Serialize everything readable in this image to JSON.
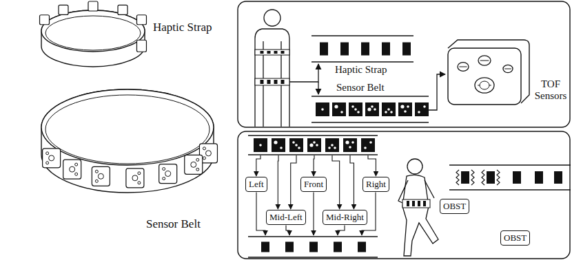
{
  "diagram": {
    "nodes": [
      {
        "text": [
          "Left"
        ]
      },
      {
        "text": [
          "Mid-Left"
        ]
      },
      {
        "text": [
          "Front"
        ]
      },
      {
        "text": [
          "Mid-Right"
        ]
      },
      {
        "text": [
          "Right"
        ]
      },
      {
        "text": [
          "OBST"
        ]
      },
      {
        "text": [
          "OBST"
        ]
      }
    ],
    "labels": [
      "Haptic Strap",
      "Sensor Belt",
      "Haptic Strap",
      "Sensor Belt",
      "TOF Sensors"
    ]
  }
}
